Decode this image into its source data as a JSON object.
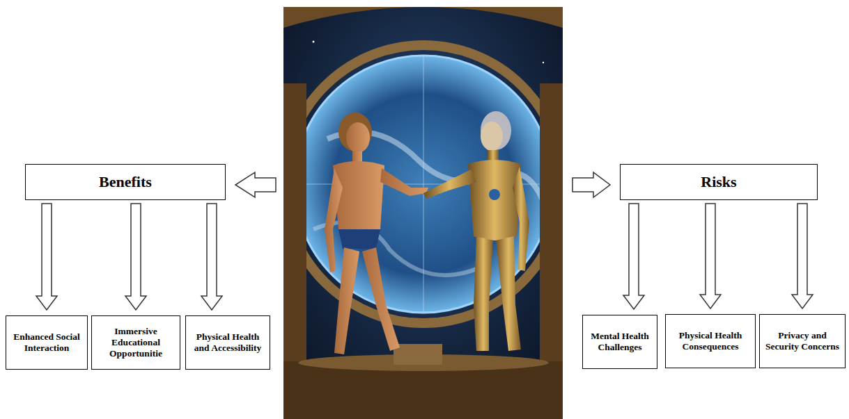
{
  "diagram": {
    "nodes": [
      {
        "text": [
          "Benefits"
        ]
      },
      {
        "text": [
          "Risks"
        ]
      },
      {
        "text": [
          "Enhanced Social Interaction"
        ]
      },
      {
        "text": [
          "Immersive Educational Opportunitie"
        ]
      },
      {
        "text": [
          "Physical Health and Accessibility"
        ]
      },
      {
        "text": [
          "Mental Health Challenges"
        ]
      },
      {
        "text": [
          "Physical Health Consequences"
        ]
      },
      {
        "text": [
          "Privacy and Security Concerns"
        ]
      }
    ],
    "edges": [
      {
        "from": 0,
        "to": 2,
        "arrow": "to"
      },
      {
        "from": 0,
        "to": 3,
        "arrow": "to"
      },
      {
        "from": 0,
        "to": 4,
        "arrow": "to"
      },
      {
        "from": 1,
        "to": 5,
        "arrow": "to"
      },
      {
        "from": 1,
        "to": 6,
        "arrow": "to"
      },
      {
        "from": 1,
        "to": 7,
        "arrow": "to"
      }
    ]
  }
}
